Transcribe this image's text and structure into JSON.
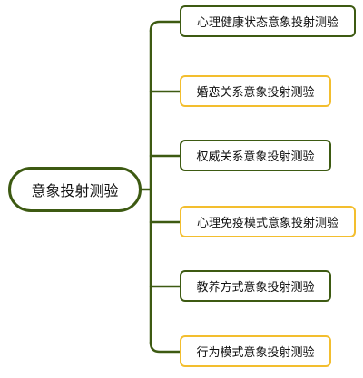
{
  "diagram": {
    "root": {
      "label": "意象投射测验"
    },
    "children": [
      {
        "label": "心理健康状态意象投射测验",
        "highlight": false
      },
      {
        "label": "婚恋关系意象投射测验",
        "highlight": true
      },
      {
        "label": "权威关系意象投射测验",
        "highlight": false
      },
      {
        "label": "心理免疫模式意象投射测验",
        "highlight": true
      },
      {
        "label": "教养方式意象投射测验",
        "highlight": false
      },
      {
        "label": "行为模式意象投射测验",
        "highlight": true
      }
    ],
    "colors": {
      "line": "#3d5a12",
      "border": "#3d5a12",
      "highlight_border": "#f3be2e",
      "text": "#111111"
    }
  }
}
